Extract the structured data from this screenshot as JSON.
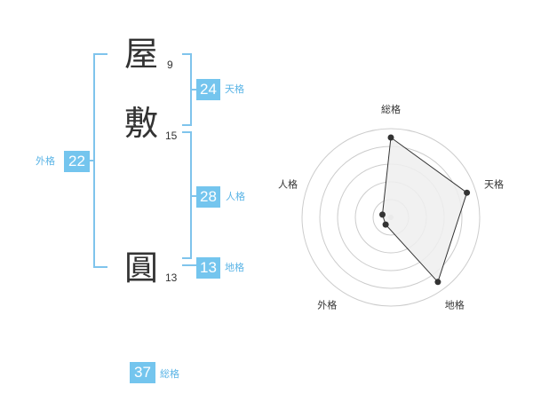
{
  "name_chars": [
    {
      "char": "屋",
      "strokes": "9"
    },
    {
      "char": "敷",
      "strokes": "15"
    },
    {
      "char": "圓",
      "strokes": "13"
    }
  ],
  "fortune": {
    "tenkaku": {
      "value": "24",
      "label": "天格"
    },
    "jinkaku": {
      "value": "28",
      "label": "人格"
    },
    "chikaku": {
      "value": "13",
      "label": "地格"
    },
    "gaikaku": {
      "value": "22",
      "label": "外格"
    },
    "soukaku": {
      "value": "37",
      "label": "総格"
    }
  },
  "chart_data": {
    "type": "radar",
    "axes": [
      "総格",
      "天格",
      "地格",
      "外格",
      "人格"
    ],
    "values": [
      5,
      5,
      5,
      1,
      1
    ],
    "max": 5,
    "rings": 5,
    "colors": {
      "fill": "#eeeeee",
      "stroke": "#333333",
      "ring": "#cccccc",
      "center": "#cccccc"
    }
  }
}
